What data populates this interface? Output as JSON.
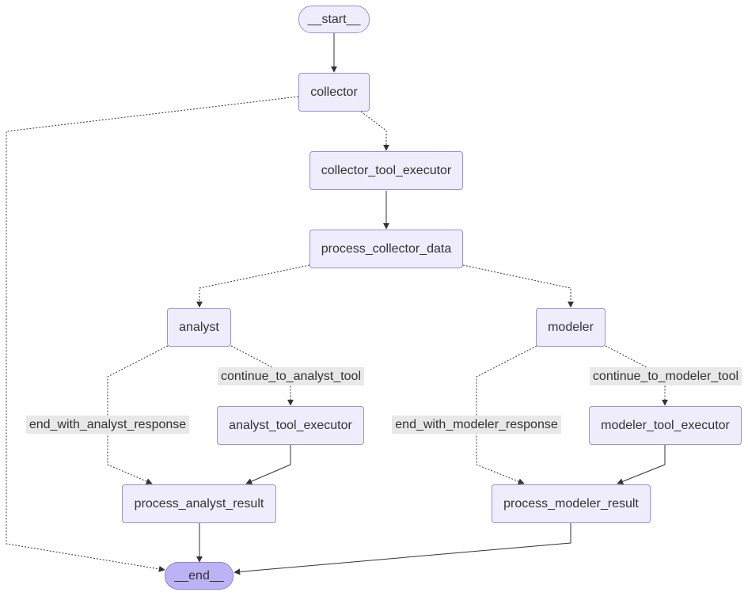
{
  "diagram": {
    "nodes": {
      "start": "__start__",
      "collector": "collector",
      "collector_tool_executor": "collector_tool_executor",
      "process_collector_data": "process_collector_data",
      "analyst": "analyst",
      "modeler": "modeler",
      "analyst_tool_executor": "analyst_tool_executor",
      "modeler_tool_executor": "modeler_tool_executor",
      "process_analyst_result": "process_analyst_result",
      "process_modeler_result": "process_modeler_result",
      "end": "__end__"
    },
    "edge_labels": {
      "continue_to_analyst_tool": "continue_to_analyst_tool",
      "end_with_analyst_response": "end_with_analyst_response",
      "continue_to_modeler_tool": "continue_to_modeler_tool",
      "end_with_modeler_response": "end_with_modeler_response"
    },
    "edges": [
      {
        "from": "start",
        "to": "collector",
        "style": "solid"
      },
      {
        "from": "collector",
        "to": "collector_tool_executor",
        "style": "dashed"
      },
      {
        "from": "collector",
        "to": "end",
        "style": "dashed"
      },
      {
        "from": "collector_tool_executor",
        "to": "process_collector_data",
        "style": "solid"
      },
      {
        "from": "process_collector_data",
        "to": "analyst",
        "style": "dashed"
      },
      {
        "from": "process_collector_data",
        "to": "modeler",
        "style": "dashed"
      },
      {
        "from": "analyst",
        "to": "analyst_tool_executor",
        "style": "dashed",
        "label": "continue_to_analyst_tool"
      },
      {
        "from": "analyst",
        "to": "process_analyst_result",
        "style": "dashed",
        "label": "end_with_analyst_response"
      },
      {
        "from": "analyst_tool_executor",
        "to": "process_analyst_result",
        "style": "solid"
      },
      {
        "from": "modeler",
        "to": "modeler_tool_executor",
        "style": "dashed",
        "label": "continue_to_modeler_tool"
      },
      {
        "from": "modeler",
        "to": "process_modeler_result",
        "style": "dashed",
        "label": "end_with_modeler_response"
      },
      {
        "from": "modeler_tool_executor",
        "to": "process_modeler_result",
        "style": "solid"
      },
      {
        "from": "process_analyst_result",
        "to": "end",
        "style": "solid"
      },
      {
        "from": "process_modeler_result",
        "to": "end",
        "style": "solid"
      }
    ],
    "colors": {
      "node_fill": "#efedfc",
      "node_border": "#9a8fd8",
      "end_fill": "#bcb3f5",
      "edge": "#333333",
      "label_bg": "#e8e8e8"
    }
  }
}
